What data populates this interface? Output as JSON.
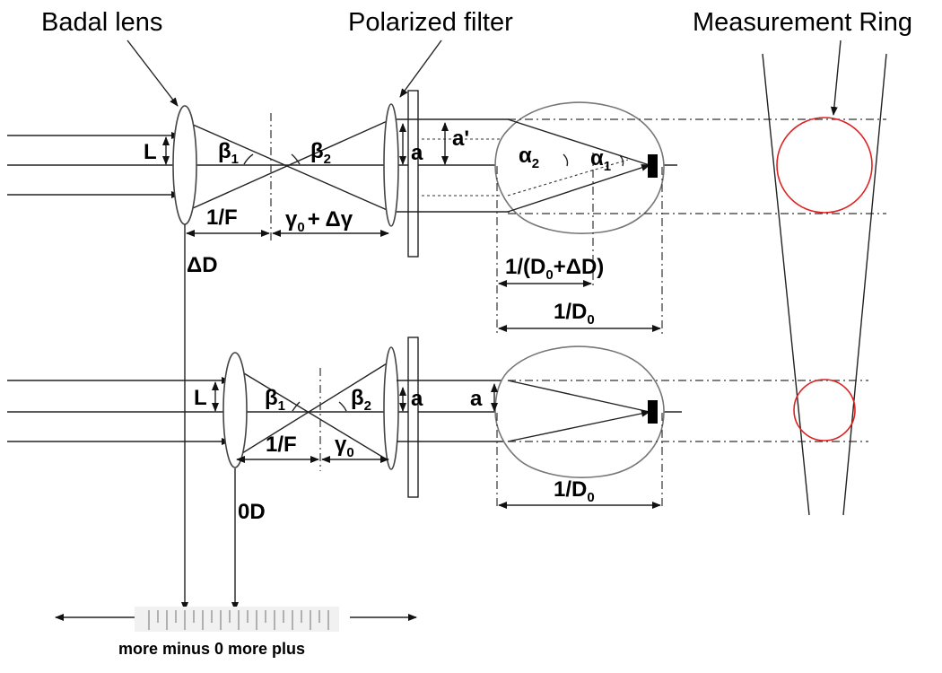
{
  "titles": {
    "badal_lens": "Badal lens",
    "polarized_filter": "Polarized filter",
    "measurement_ring": "Measurement Ring"
  },
  "top_setup": {
    "L": "L",
    "beta1": "β",
    "beta1_sub": "1",
    "beta2": "β",
    "beta2_sub": "2",
    "a": "a",
    "a_prime": "a'",
    "alpha2": "α",
    "alpha2_sub": "2",
    "alpha1": "α",
    "alpha1_sub": "1",
    "one_over_F": "1/F",
    "gamma_text_1": "γ",
    "gamma_sub": "0",
    "gamma_text_2": "+ Δγ",
    "delta_D": "ΔD",
    "dist_1_text_1": "1/(D",
    "dist_1_sub": "0",
    "dist_1_text_2": "+ΔD)",
    "dist_2_text": "1/D",
    "dist_2_sub": "0"
  },
  "bottom_setup": {
    "L": "L",
    "beta1": "β",
    "beta1_sub": "1",
    "beta2": "β",
    "beta2_sub": "2",
    "a": "a",
    "a2": "a",
    "one_over_F": "1/F",
    "gamma_text": "γ",
    "gamma_sub": "0",
    "zero_D": "0D",
    "dist_text": "1/D",
    "dist_sub": "0"
  },
  "scale": {
    "caption": "more minus 0 more plus"
  },
  "colors": {
    "ring": "#e02020",
    "lines": "#222222"
  }
}
